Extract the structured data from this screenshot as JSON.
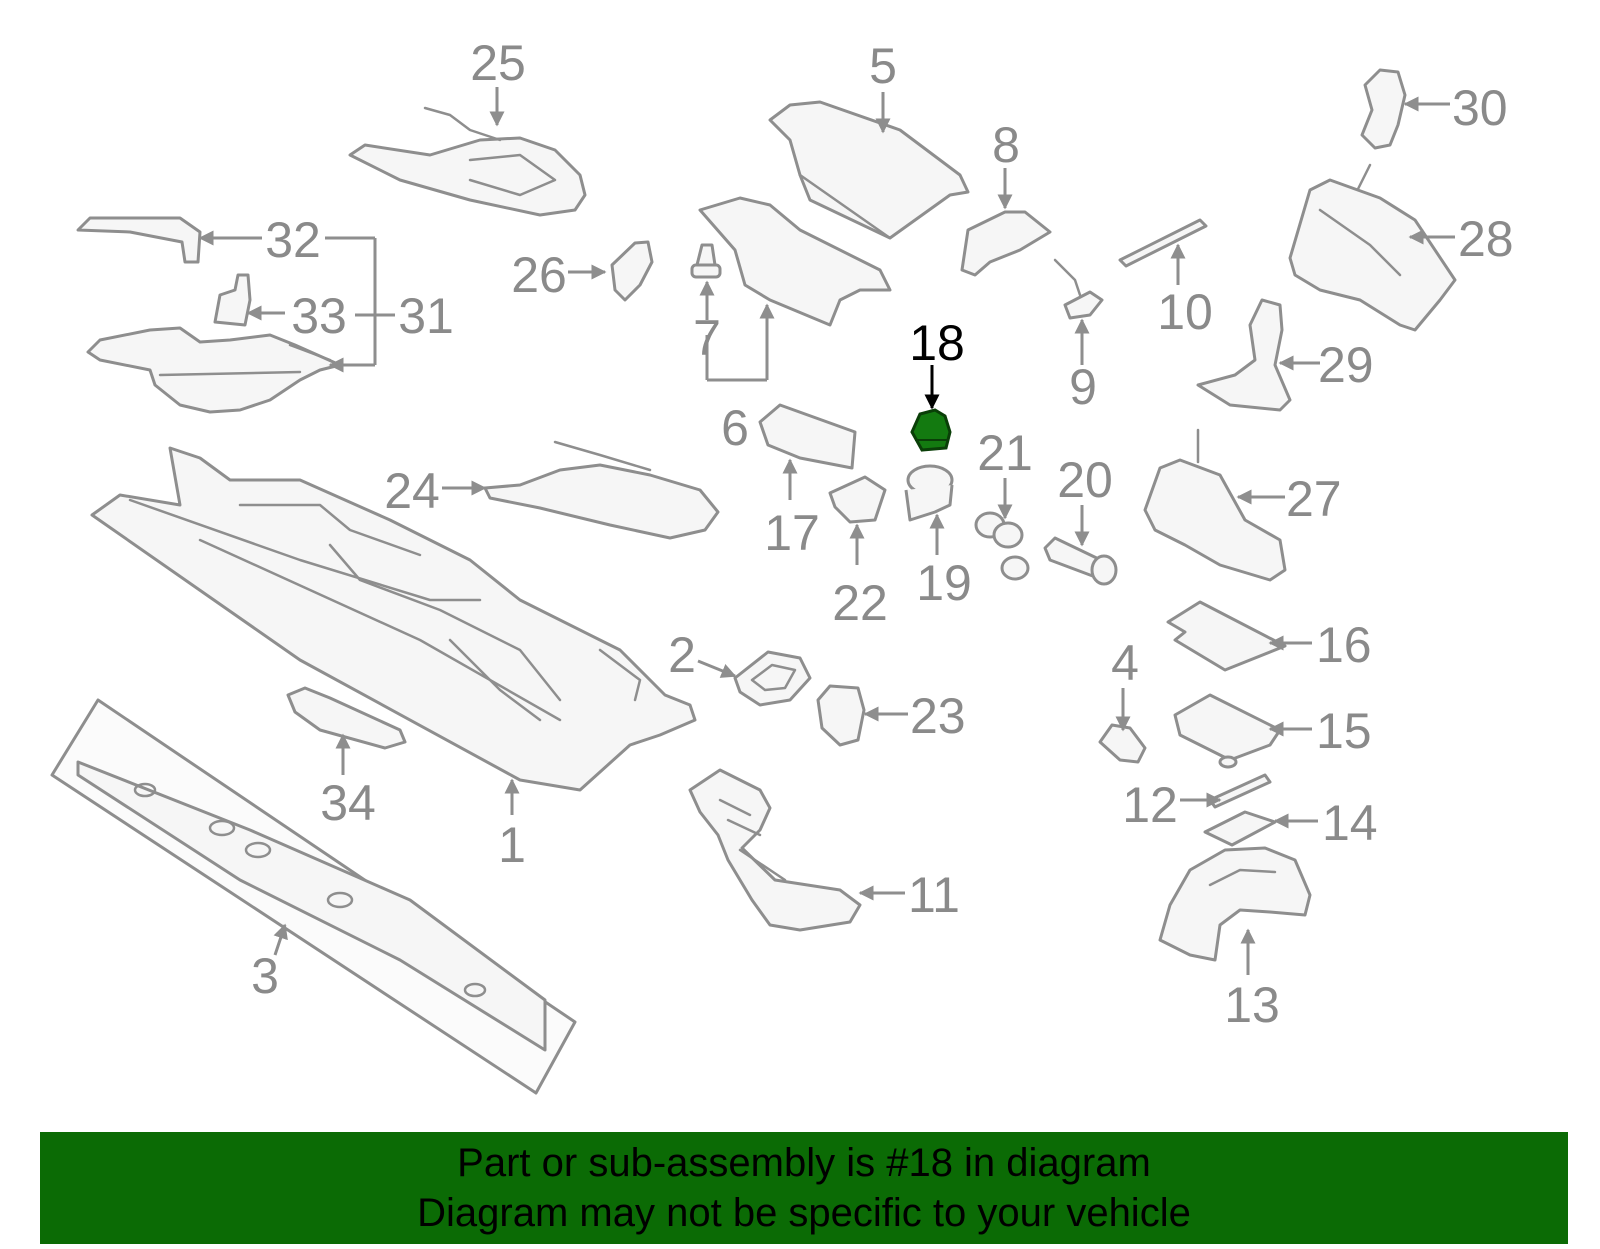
{
  "diagram": {
    "highlight_part": "18",
    "highlight_color": "#137a10",
    "line_color": "#8e8e8e",
    "callouts": [
      "25",
      "5",
      "30",
      "8",
      "32",
      "28",
      "26",
      "33",
      "31",
      "10",
      "7",
      "18",
      "9",
      "29",
      "6",
      "21",
      "20",
      "24",
      "27",
      "17",
      "22",
      "19",
      "16",
      "2",
      "4",
      "23",
      "15",
      "34",
      "1",
      "12",
      "14",
      "11",
      "3",
      "13"
    ]
  },
  "banner": {
    "line1": "Part or sub-assembly is #18 in diagram",
    "line2": "Diagram may not be specific to your vehicle",
    "background": "#0b6b05"
  }
}
